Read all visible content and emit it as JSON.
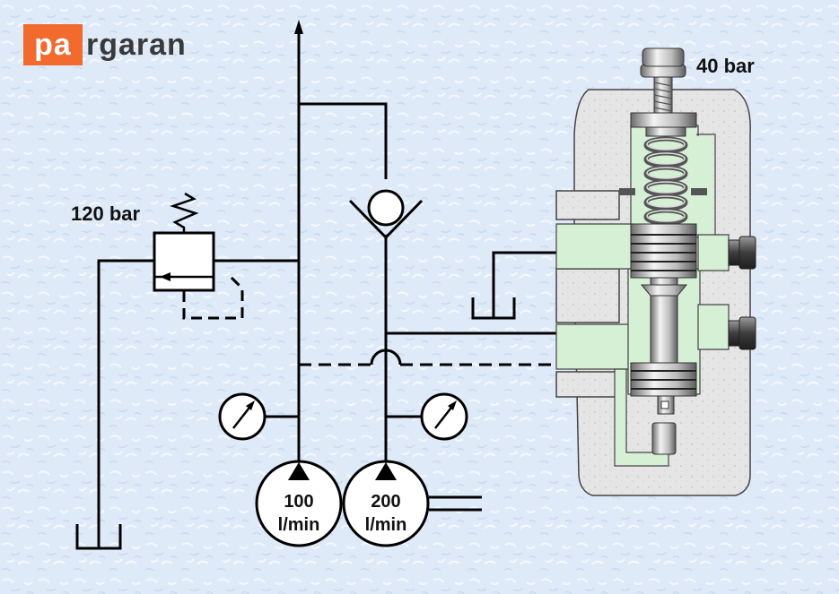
{
  "logo": {
    "highlight": "pa",
    "rest": "rgaran"
  },
  "relief_valve": {
    "setting": "120 bar"
  },
  "sequence_valve": {
    "setting": "40 bar"
  },
  "pumps": [
    {
      "flow": "100",
      "unit": "l/min"
    },
    {
      "flow": "200",
      "unit": "l/min"
    }
  ],
  "colors": {
    "background": "#dfeaf8",
    "logo_accent": "#f26a2e",
    "valve_body": "#e6e6e6",
    "fluid": "#d5f0d5",
    "line": "#000000"
  }
}
